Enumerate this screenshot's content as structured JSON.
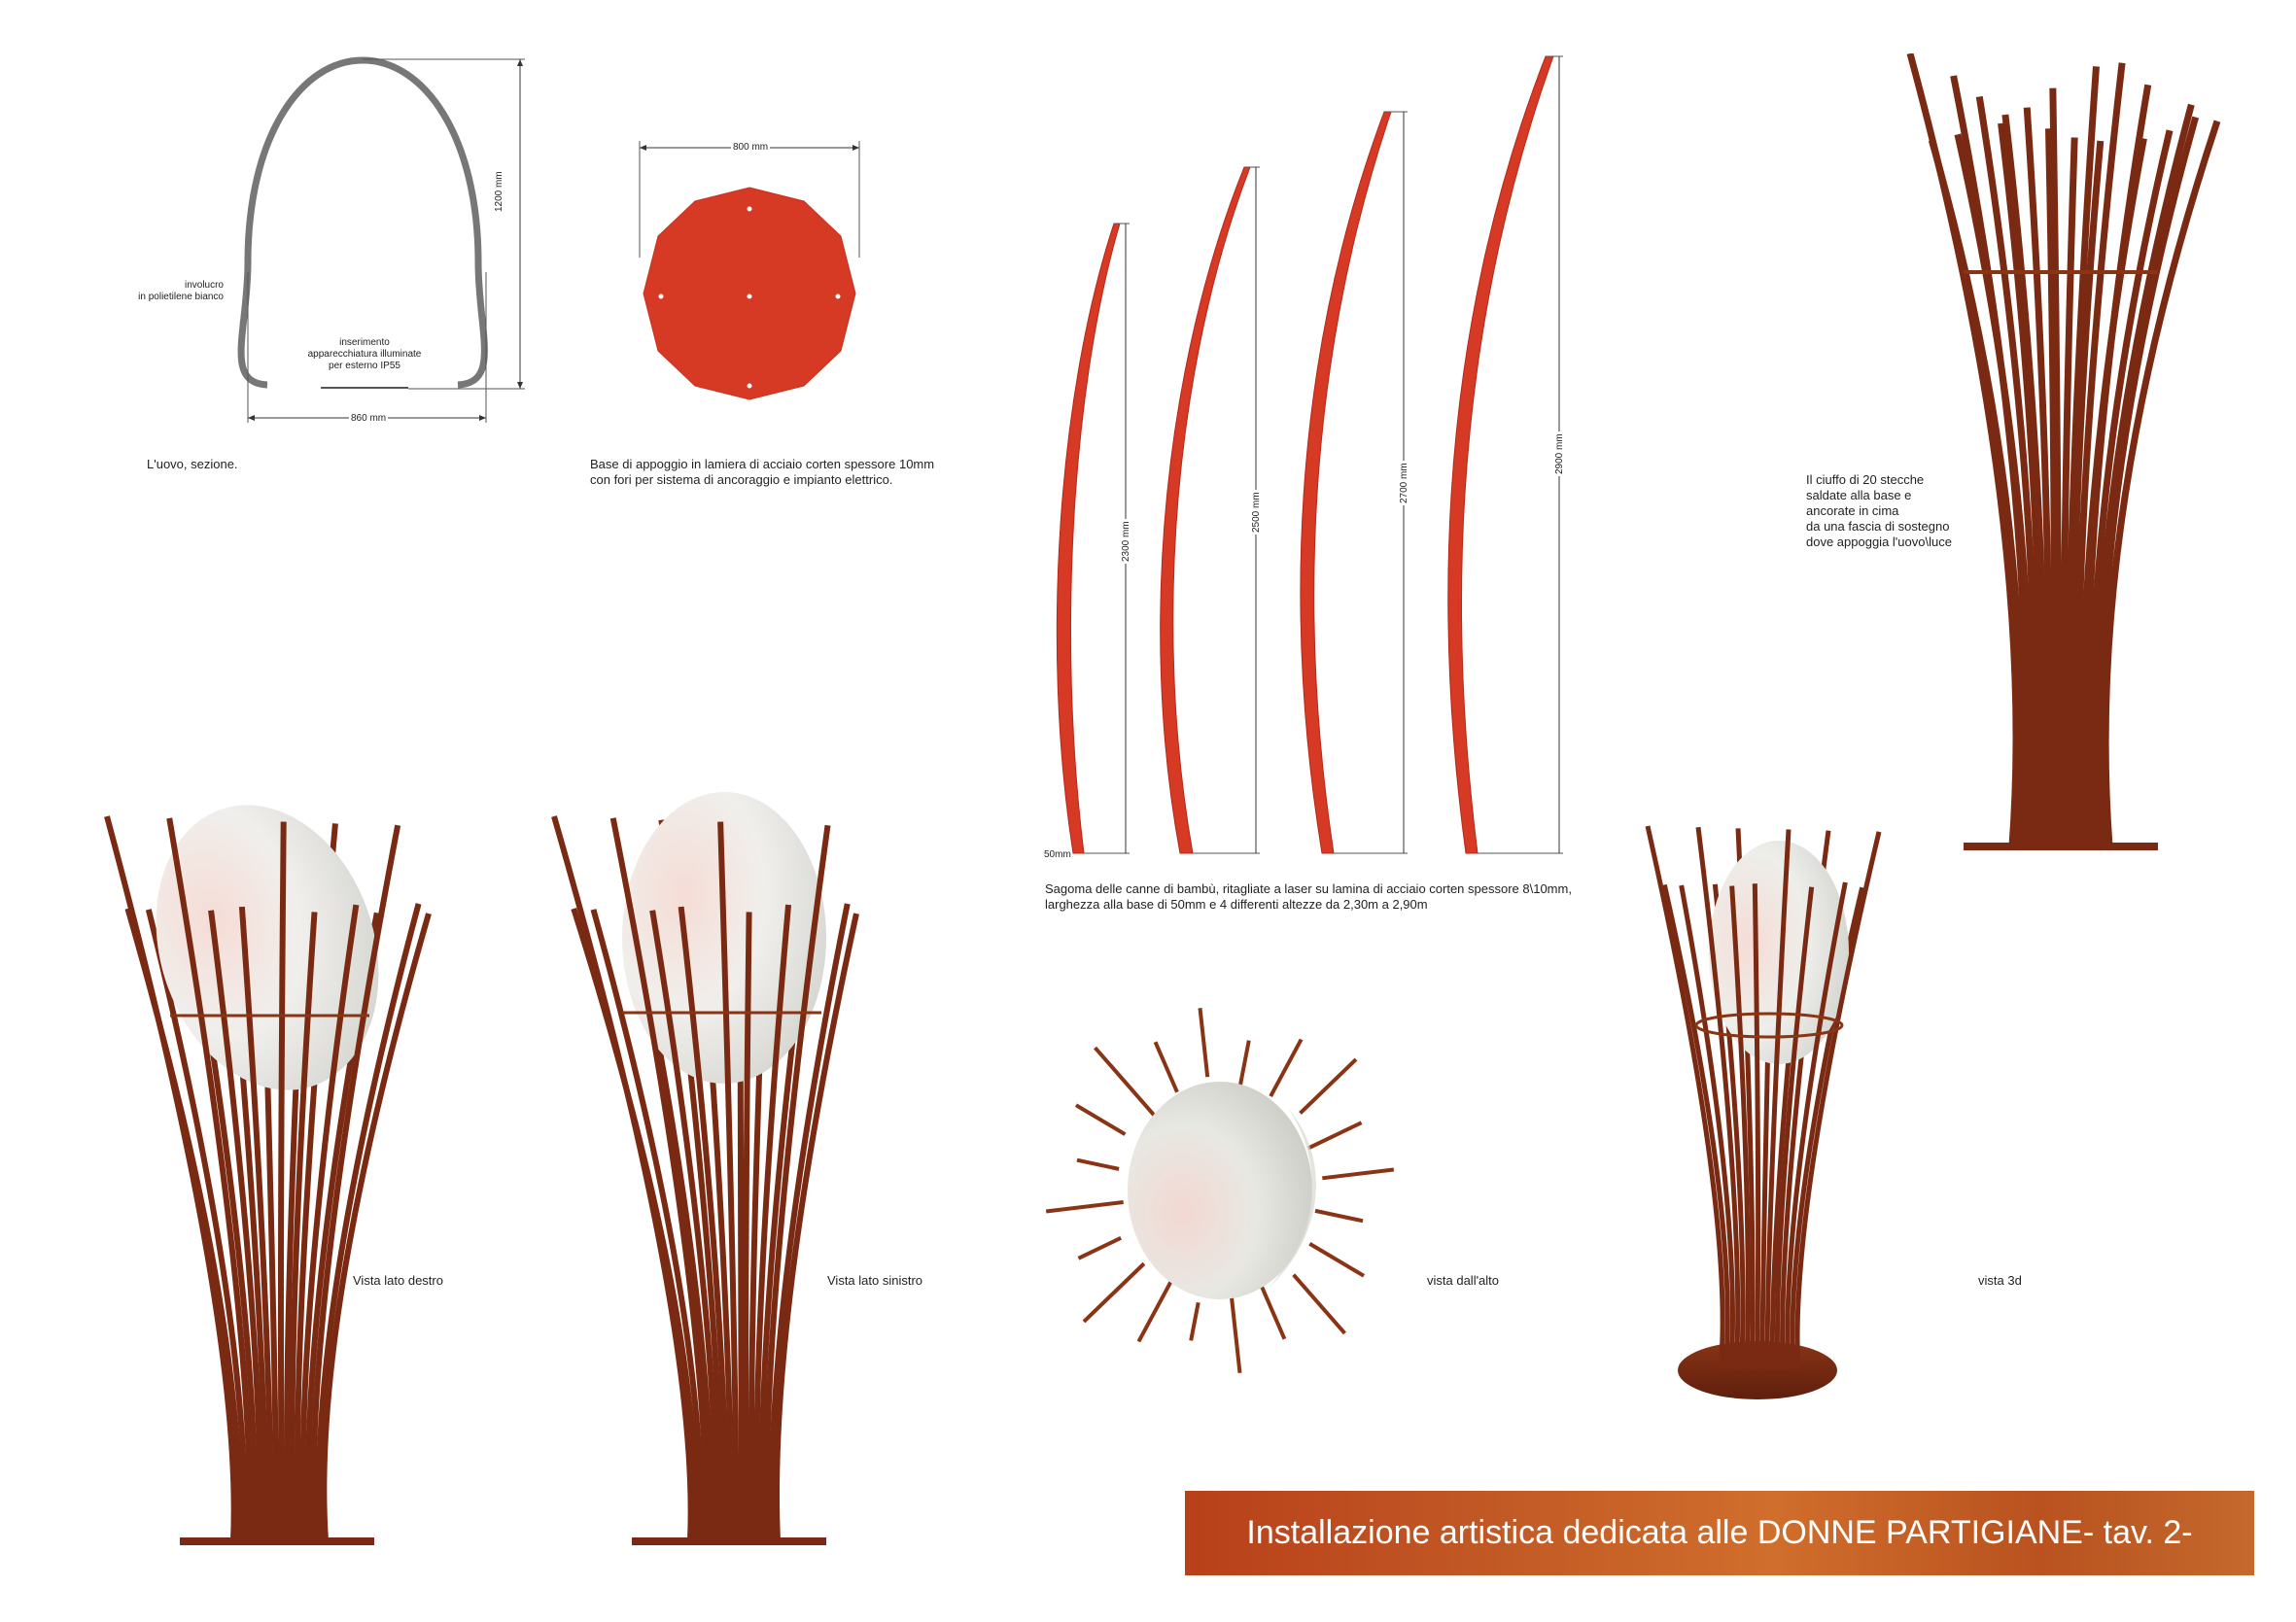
{
  "egg_section": {
    "height_dim": "1200 mm",
    "width_dim": "860 mm",
    "shell_note": "involucro\nin polietilene bianco",
    "insert_note": "inserimento\napparecchiatura illuminate\nper esterno IP55",
    "caption": "L'uovo,  sezione."
  },
  "base_plate": {
    "width_dim": "800 mm",
    "caption": "Base di appoggio in lamiera di acciaio corten spessore 10mm\ncon fori per sistema di ancoraggio e impianto elettrico.",
    "color": "#d63a25"
  },
  "canes": {
    "heights": [
      "2300 mm",
      "2500 mm",
      "2700 mm",
      "2900 mm"
    ],
    "base_width": "50mm",
    "caption": "Sagoma delle canne di bambù, ritagliate a laser su lamina di acciaio corten spessore 8\\10mm,\nlarghezza alla base di 50mm e 4 differenti altezze da 2,30m a 2,90m",
    "color": "#d63a25"
  },
  "tuft_note": "Il ciuffo di 20 stecche\nsaldate alla base e\nancorate in cima\nda una fascia di sostegno\ndove appoggia l'uovo\\luce",
  "views": {
    "right": "Vista lato destro",
    "left": "Vista lato sinistro",
    "top": "vista  dall'alto",
    "three_d": "vista 3d"
  },
  "colors": {
    "corten": "#7a2a12",
    "corten_light": "#a0401c",
    "egg": "#eeeeea"
  },
  "title": "Installazione artistica dedicata alle DONNE PARTIGIANE- tav. 2-"
}
